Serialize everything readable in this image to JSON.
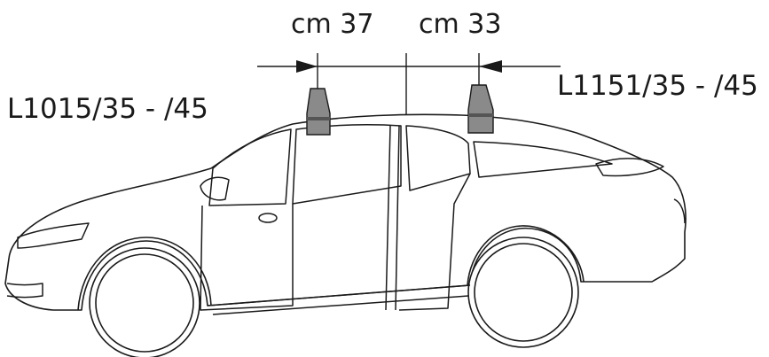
{
  "dimensions": {
    "front": "cm 37",
    "rear": "cm 33"
  },
  "fittings": {
    "front": "L1015/35 - /45",
    "rear": "L1151/35 - /45"
  },
  "colors": {
    "line": "#1a1a1a",
    "foot": "#8a8a8a",
    "foot_dark": "#555555"
  }
}
